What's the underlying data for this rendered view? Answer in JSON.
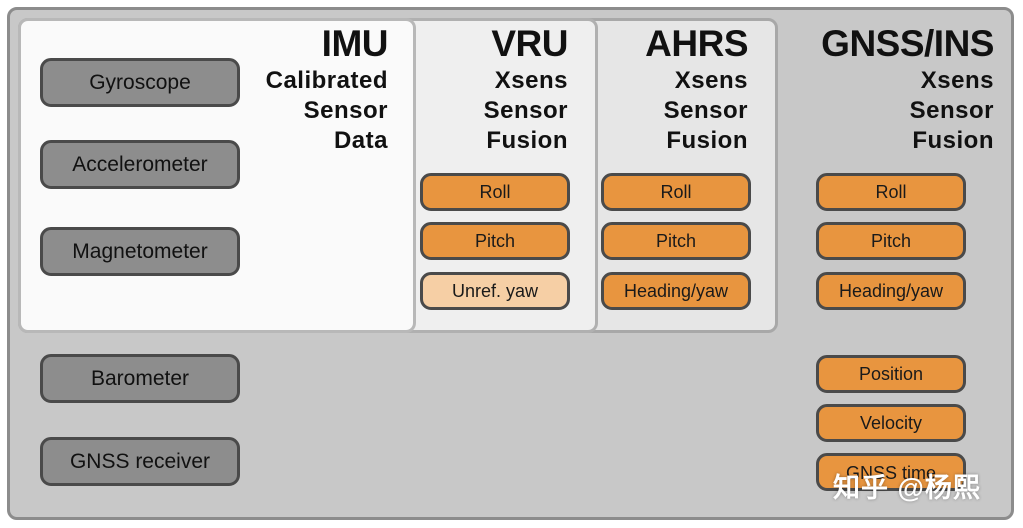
{
  "sections": {
    "imu": {
      "title": "IMU",
      "subtitle": "Calibrated\nSensor\nData"
    },
    "vru": {
      "title": "VRU",
      "subtitle": "Xsens\nSensor\nFusion"
    },
    "ahrs": {
      "title": "AHRS",
      "subtitle": "Xsens\nSensor\nFusion"
    },
    "gnss": {
      "title": "GNSS/INS",
      "subtitle": "Xsens\nSensor\nFusion"
    }
  },
  "sensors": [
    "Gyroscope",
    "Accelerometer",
    "Magnetometer",
    "Barometer",
    "GNSS receiver"
  ],
  "vru_outputs": [
    "Roll",
    "Pitch",
    "Unref. yaw"
  ],
  "ahrs_outputs": [
    "Roll",
    "Pitch",
    "Heading/yaw"
  ],
  "gnss_outputs": [
    "Roll",
    "Pitch",
    "Heading/yaw",
    "Position",
    "Velocity",
    "GNSS time"
  ],
  "watermark": "知乎 @杨熙",
  "colors": {
    "sensor_fill": "#8d8d8d",
    "output_fill": "#e8953f",
    "output_fill_light": "#f6cfa5",
    "outer_bg": "#c8c8c8"
  }
}
